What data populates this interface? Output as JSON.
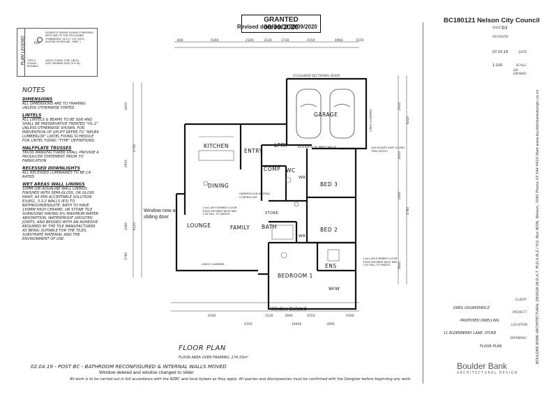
{
  "header": {
    "granted": "GRANTED 08/09/2020",
    "revised": "Revised docs rec'd 08/09/2020",
    "bc_number": "BC180121 Nelson City Council",
    "sheet_no": "03"
  },
  "plan_legend": {
    "title": "PLAN LEGEND",
    "items": [
      {
        "code": "PSA",
        "text": "DOMESTIC SMOKE ALARM COMPLYING WITH ANY OF THE FOLLOWING STANDARDS; UL217, ULC-S531, AS3786 OR BS5446 - PART 1"
      },
      {
        "code": "TYPE C 290x90 600x600",
        "text": "LINTEL FIXING TYPE LINTEL SIZE OPENING SIZE (H X W)"
      }
    ]
  },
  "notes": {
    "title": "NOTES",
    "sections": [
      {
        "heading": "DIMENSIONS",
        "text": "ALL DIMENSIONS ARE TO FRAMING UNLESS OTHERWISE STATED."
      },
      {
        "heading": "LINTELS",
        "text": "ALL LINTELS & BEAMS TO BE SG8 AND SHALL BE PRESERVATIVE TREATED \"H1.2\" UNLESS OTHERWISE SHOWN. FOR PREVENTION OF UPLIFT REFER TO \"NEVEK LUMBERLOK\" LINTEL FIXING SCHEDULE FOR LINTEL FIXING \"TYPE\" DEFINITIONS."
      },
      {
        "heading": "HALFPLATE TRUSSES",
        "text": "TRUSS MANUFACTURER SHALL PROVIDE A PRODUCER STATEMENT PRIOR TO FABRICATION"
      },
      {
        "heading": "RECESSED DOWNLIGHTS",
        "text": "ALL RECESSED LUMINAIRES TO BE CA RATED"
      },
      {
        "heading": "WET AREAS WALL LININGS",
        "text": "10mm GIB AQUALINE WALL LININGS FINISHED WITH SEMI-GLOSS, OR GLOSS PAINT, AS PER ACCEPTABLE SOLUTION E3/AS1, 3.3.2 WALLS (E3) TO BATHROOM/ENSUITE. BATH TO HAVE 150mm HIGH CERAMIC OR STONE TILE SURROUND HAVING 6% MAXIMUM WATER ABSORPTION. WATERPROOF GROUTED JOINTS, AND BEDDED WITH AN ADHESIVE REQUIRED BY THE TILE MANUFACTURER AS BEING SUITABLE FOR THE TILES, SUBSTRATE MATERIAL AND THE ENVIRONMENT OF USE."
      }
    ]
  },
  "rooms": {
    "garage": "GARAGE",
    "kitchen": "KITCHEN",
    "dining": "DINING",
    "lounge": "LOUNGE",
    "family": "FAMILY",
    "entry": "ENTRY",
    "lpry": "LPRY",
    "comp": "COMP",
    "wc": "WC",
    "wr1": "WR",
    "wr2": "WR",
    "bed3": "BED 3",
    "bed2": "BED 2",
    "bath": "BATH",
    "store": "STORE",
    "ens": "ENS",
    "bedroom1": "BEDROOM 1",
    "wiw": "WIW"
  },
  "dimensions": {
    "top": [
      "600",
      "4160",
      "2100",
      "3130",
      "1730",
      "4150",
      "4960",
      "1550"
    ],
    "bottom_row1": [
      "6160",
      "3130",
      "3000",
      "4550",
      "6160"
    ],
    "bottom_row2": [
      "4350",
      "18400",
      "3000"
    ],
    "left": [
      "3400",
      "3750",
      "2900",
      "4360",
      "6120",
      "3780"
    ],
    "right": [
      "2910",
      "6320",
      "4410",
      "3300",
      "5780",
      "5640"
    ],
    "sectional_door": "2115x4600 SECTIONAL DOOR"
  },
  "annotations": {
    "window_slider": "Window now a sliding door",
    "window_deleted": "Window Deleted",
    "gas_boiler": "GAS BOILER UNIT (FLUED THRU ROOF)",
    "underfloor": "UNDERFLOOR HEATING CONTROLLER",
    "tiled_shower_1": "1.0x1.0M FORMED FLOOR TILED SHOWER WITH MIN 1:50 FALL TO WASTE.",
    "tiled_shower_2": "1.0x1.0M FORMED FLOOR TILED SHOWER WITH MIN 1:50 FALL TO WASTE.",
    "batten": "R3.6 BATTS TO PARTY WALLS",
    "cladding_1": "LINEA CLADDING",
    "cladding_2": "LINEA CLADDING"
  },
  "title_block": {
    "client_value": "GREG UGURKIEWICZ",
    "client_label": "CLIENT:",
    "project_value": "PROPOSED DWELLING",
    "project_label": "PROJECT:",
    "location_value": "11 ELDERBERRY LANE, STOKE",
    "location_label": "LOCATION",
    "drawing_value": "FLOOR PLAN",
    "drawing_label": "DRAWING:",
    "rows": [
      {
        "label": "SHEET:",
        "value": ""
      },
      {
        "label": "REVISION:",
        "value": ""
      },
      {
        "label": "DATE",
        "value": "07.03.18"
      },
      {
        "label": "SCALE",
        "value": "1:100"
      },
      {
        "label": "DR:",
        "value": ""
      },
      {
        "label": "DRAWN:",
        "value": ""
      }
    ],
    "side_text": "BOULDER BANK ARCHITECTURAL DESIGN (N.D.A.T, M.D.A.N.Z.) P.O. Box 8006, Nelson, 7040 Phone 03 544 4410 Web www.boulderbankdesign.co.nz",
    "company": "Boulder Bank",
    "company_sub": "ARCHITECTURAL DESIGN"
  },
  "footer": {
    "plan_title": "FLOOR PLAN",
    "floor_area": "FLOOR AREA OVER FRAMING: 174.33m²",
    "revision_note": "02.04.19 - POST BC - BATHROOM RECONFIGURED & INTERNAL WALLS MOVED",
    "change_note": "Window deleted and window changed to slider",
    "disclaimer": "All work is to be carried out in full accordance with the NZBC and local bylaws as they apply. All queries and discrepancies must be confirmed with the Designer before beginning any work."
  }
}
